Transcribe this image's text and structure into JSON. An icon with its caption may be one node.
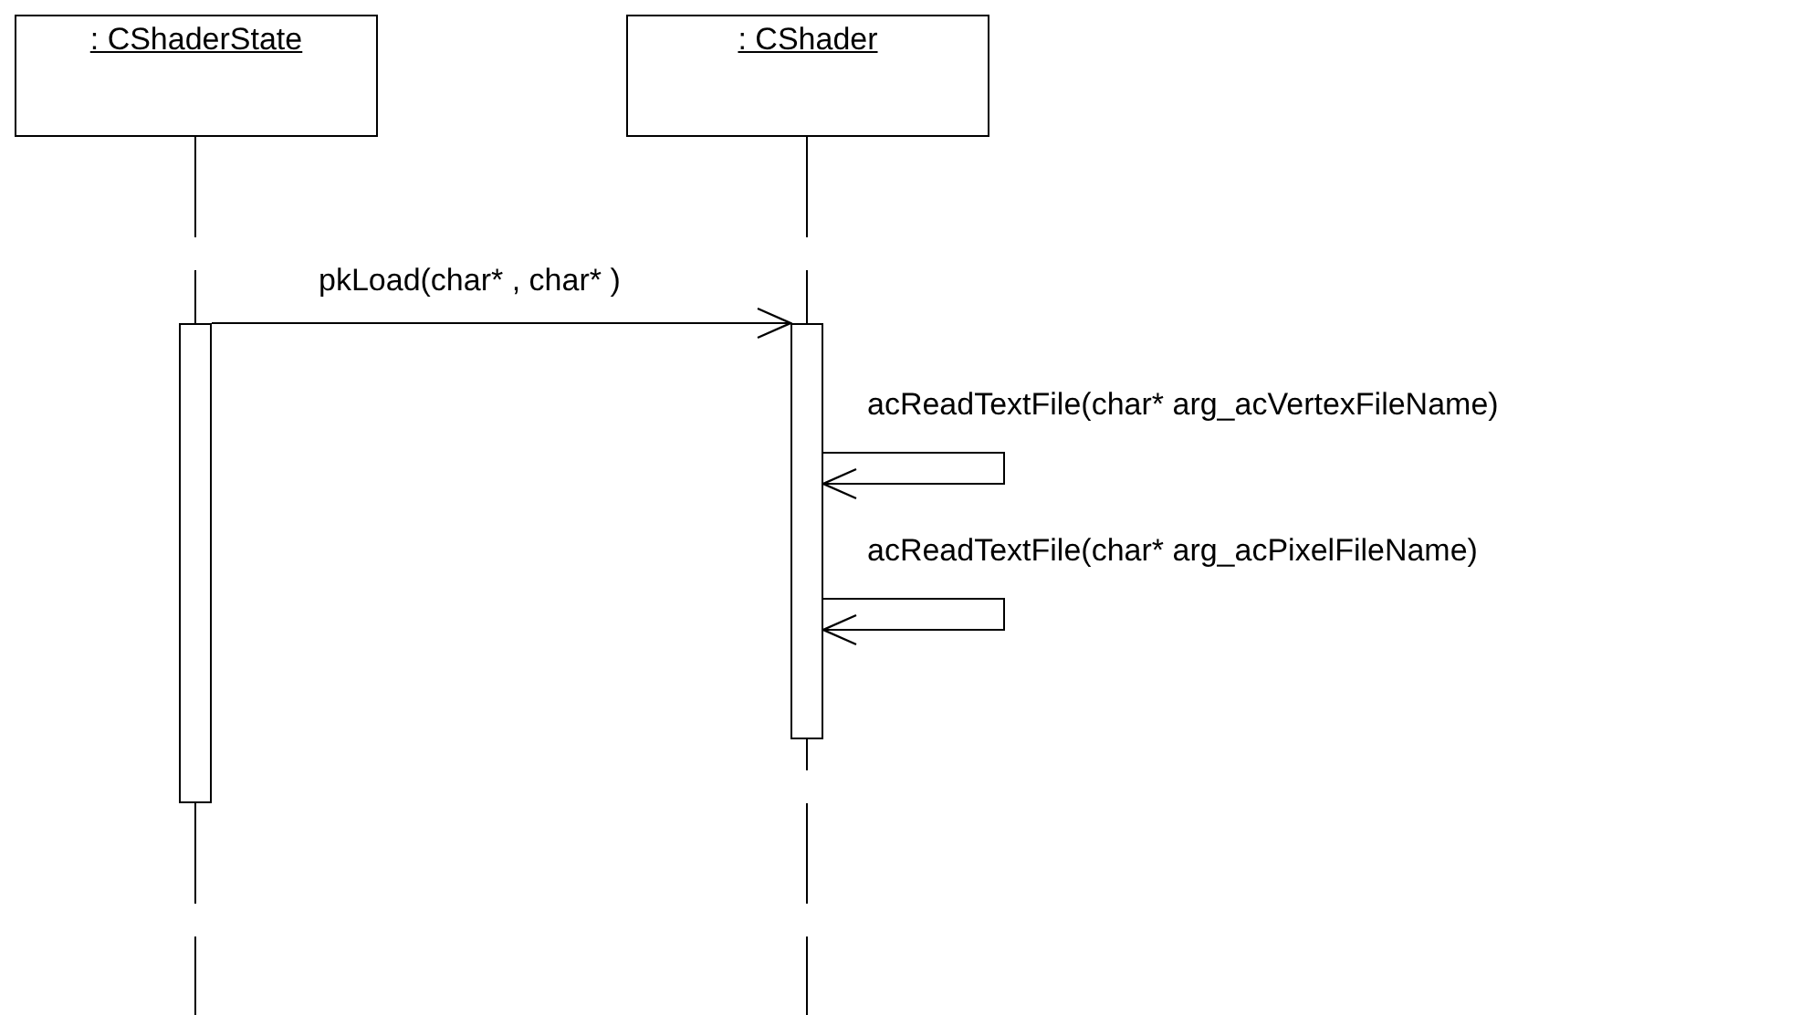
{
  "diagram": {
    "nodes": [
      {
        "text": [
          ": CShaderState"
        ]
      },
      {
        "text": [
          ": CShader"
        ]
      },
      {
        "text": [],
        "shape": "bar"
      },
      {
        "text": [],
        "shape": "bar"
      }
    ],
    "edges": [
      {
        "from": 2,
        "to": 3,
        "arrow": "to",
        "label": "pkLoad(char* , char* )"
      },
      {
        "from": 3,
        "to": 3,
        "arrow": "to",
        "label": "acReadTextFile(char* arg_acVertexFileName)"
      },
      {
        "from": 3,
        "to": 3,
        "arrow": "to",
        "label": "acReadTextFile(char* arg_acPixelFileName)"
      }
    ]
  }
}
